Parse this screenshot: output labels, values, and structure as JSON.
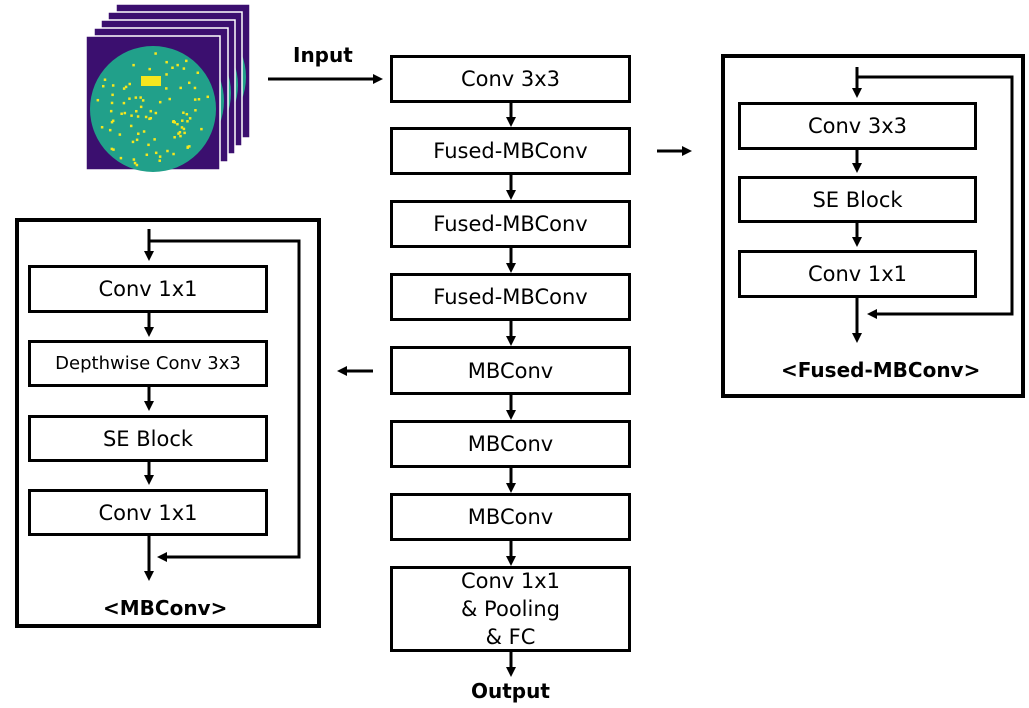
{
  "input_label": "Input",
  "output_label": "Output",
  "main_stack": [
    "Conv 3x3",
    "Fused-MBConv",
    "Fused-MBConv",
    "Fused-MBConv",
    "MBConv",
    "MBConv",
    "MBConv"
  ],
  "final_block": [
    "Conv 1x1",
    "& Pooling",
    "& FC"
  ],
  "fused_mbconv_panel": {
    "title": "<Fused-MBConv>",
    "blocks": [
      "Conv 3x3",
      "SE Block",
      "Conv 1x1"
    ]
  },
  "mbconv_panel": {
    "title": "<MBConv>",
    "blocks": [
      "Conv 1x1",
      "Depthwise Conv 3x3",
      "SE Block",
      "Conv 1x1"
    ]
  },
  "colors": {
    "wafer_background": "#3b0f6f",
    "wafer_body": "#21a08a",
    "wafer_defect": "#f5e61e",
    "line": "#000000"
  }
}
